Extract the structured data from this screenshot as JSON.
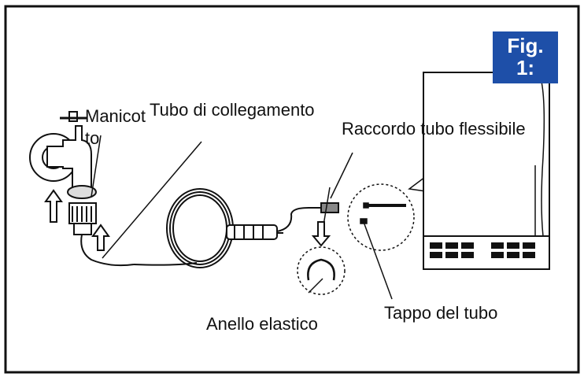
{
  "figure": {
    "badge_line1": "Fig.",
    "badge_line2": "1:",
    "badge_color": "#1e4fa8"
  },
  "labels": {
    "manicotto_line1": "Manicot",
    "manicotto_line2": "to",
    "tubo_collegamento": "Tubo di collegamento",
    "raccordo": "Raccordo tubo flessibile",
    "anello": "Anello elastico",
    "tappo": "Tappo del tubo"
  },
  "icons": [
    "faucet-icon",
    "hose-coil-icon",
    "hose-connector-icon",
    "elastic-ring-icon",
    "hose-cap-icon",
    "appliance-icon"
  ]
}
